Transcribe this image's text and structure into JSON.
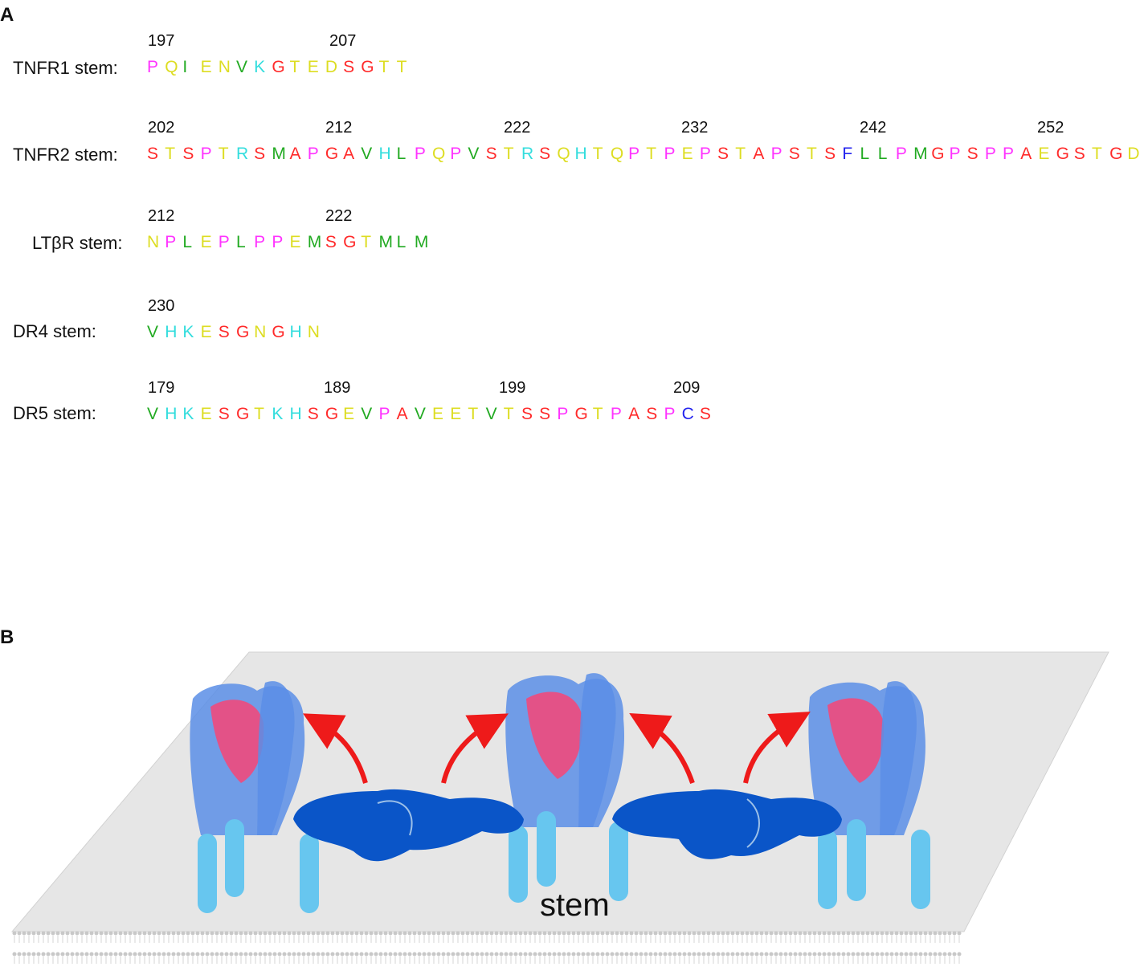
{
  "panel_a": {
    "label": "A",
    "rows": [
      {
        "label": "TNFR1 stem:",
        "numbers": [
          "197",
          "207"
        ],
        "sequence": "PQIENVKGTEDSGTT"
      },
      {
        "label": "TNFR2 stem:",
        "numbers": [
          "202",
          "212",
          "222",
          "232",
          "242",
          "252"
        ],
        "sequence": "STSPTRSMAPGAVHLPQPVSTRSQHTQPTPEPSTAPSTSFLLPMGPSPPAEGSTGD"
      },
      {
        "label": "LTβR stem:",
        "numbers": [
          "212",
          "222"
        ],
        "sequence": "NPLEPLPPEMSGTMLM"
      },
      {
        "label": "DR4 stem:",
        "numbers": [
          "230"
        ],
        "sequence": "VHKESGNGHN"
      },
      {
        "label": "DR5 stem:",
        "numbers": [
          "179",
          "189",
          "199",
          "209"
        ],
        "sequence": "VHKESGTKHSGEVPAVEETVTSSPGTPASPCS"
      }
    ],
    "residue_colors": {
      "P": "#ff33ff",
      "S": "#ff2a2a",
      "G": "#ff2a2a",
      "T": "#dddd22",
      "E": "#dddd22",
      "D": "#dddd22",
      "Q": "#dddd22",
      "N": "#dddd22",
      "A": "#ff2a2a",
      "V": "#22aa22",
      "L": "#22aa22",
      "M": "#22aa22",
      "I": "#22aa22",
      "F": "#2222ee",
      "C": "#2222ee",
      "K": "#33dddd",
      "R": "#33dddd",
      "H": "#33dddd"
    }
  },
  "panel_b": {
    "label": "B",
    "stem_label": "stem",
    "colors": {
      "receptor": "#5b8ee6",
      "ligand_pink": "#f04a7c",
      "dimer_blue": "#0a55c8",
      "stem_rod": "#67c6ef",
      "arrow": "#ee1a1a",
      "membrane": "#e6e6e6"
    }
  }
}
